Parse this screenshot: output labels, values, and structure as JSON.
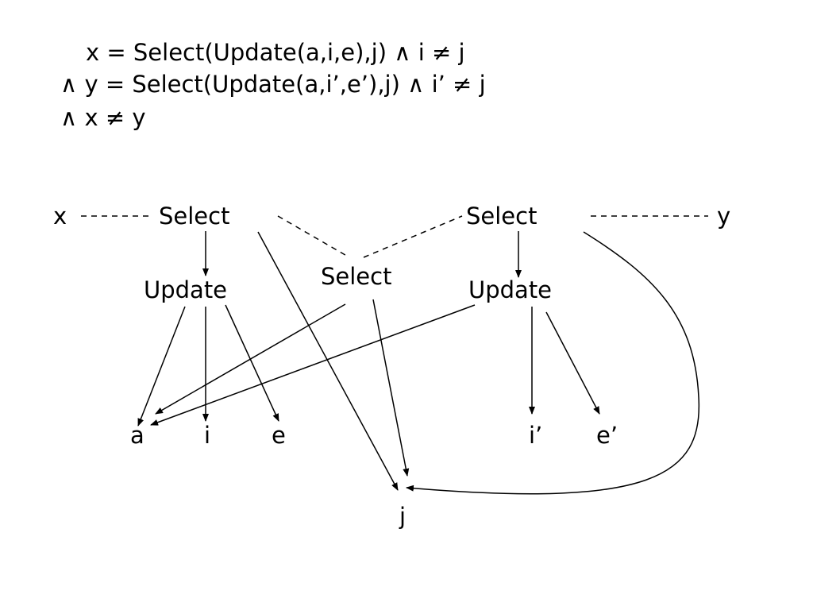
{
  "formula": {
    "line1": "x = Select(Update(a,i,e),j) ∧ i ≠ j",
    "line2": "∧ y = Select(Update(a,i’,e’),j) ∧ i’ ≠ j",
    "line3": "∧ x ≠ y"
  },
  "nodes": {
    "x": "x",
    "select_left": "Select",
    "select_middle": "Select",
    "select_right": "Select",
    "y": "y",
    "update_left": "Update",
    "update_right": "Update",
    "a": "a",
    "i": "i",
    "e": "e",
    "i_prime": "i’",
    "e_prime": "e’",
    "j": "j"
  }
}
